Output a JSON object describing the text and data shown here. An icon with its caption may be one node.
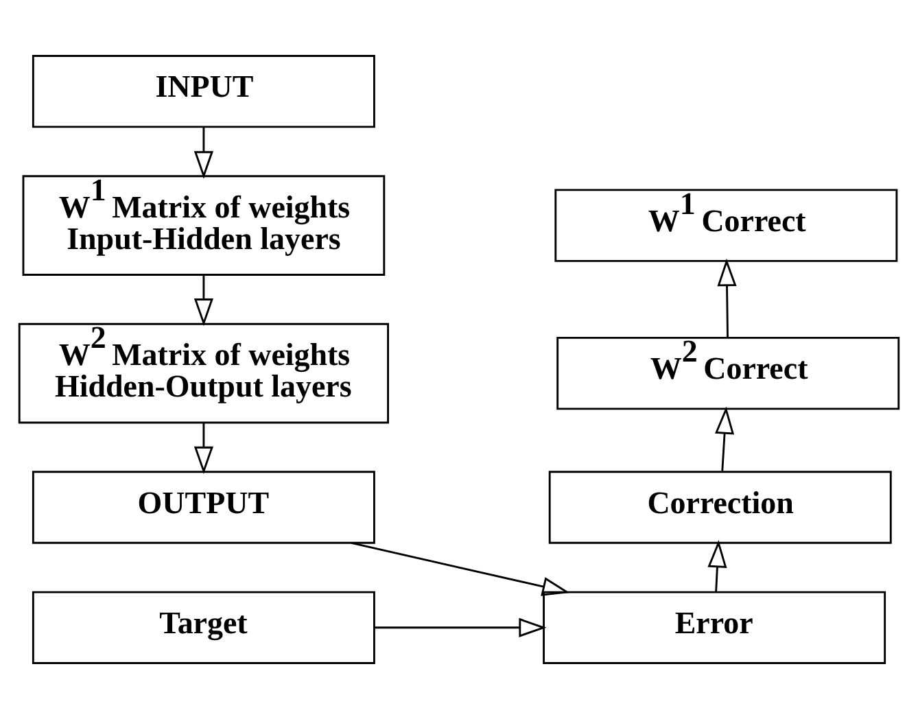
{
  "diagram": {
    "nodes": [
      {
        "text": [
          "INPUT"
        ]
      },
      {
        "text": [
          "W$^{1}$ Matrix of weights Input-Hidden layers"
        ]
      },
      {
        "text": [
          "W$^{2}$ Matrix of weights Hidden-Output layers"
        ]
      },
      {
        "text": [
          "OUTPUT"
        ]
      },
      {
        "text": [
          "Target"
        ]
      },
      {
        "text": [
          "W$^{1}$ Correct"
        ]
      },
      {
        "text": [
          "W$^{2}$ Correct"
        ]
      },
      {
        "text": [
          "Correction"
        ]
      },
      {
        "text": [
          "Error"
        ]
      }
    ],
    "edges": [
      {
        "from": 0,
        "to": 1,
        "arrow": "to"
      },
      {
        "from": 1,
        "to": 2,
        "arrow": "to"
      },
      {
        "from": 2,
        "to": 3,
        "arrow": "to"
      },
      {
        "from": 3,
        "to": 8,
        "arrow": "to"
      },
      {
        "from": 4,
        "to": 8,
        "arrow": "to"
      },
      {
        "from": 8,
        "to": 7,
        "arrow": "to"
      },
      {
        "from": 7,
        "to": 6,
        "arrow": "to"
      },
      {
        "from": 6,
        "to": 5,
        "arrow": "to"
      }
    ]
  }
}
